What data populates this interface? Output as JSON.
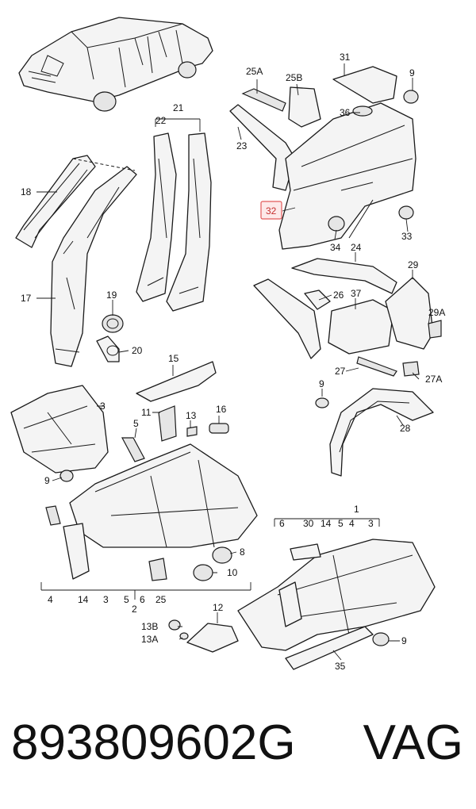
{
  "diagram": {
    "callouts": [
      "31",
      "25A",
      "25B",
      "9",
      "36",
      "23",
      "21",
      "22",
      "18",
      "17",
      "19",
      "20",
      "32",
      "34",
      "33",
      "24",
      "29",
      "26",
      "37",
      "29A",
      "27",
      "27A",
      "9",
      "28",
      "3",
      "15",
      "11",
      "13",
      "16",
      "5",
      "9",
      "8",
      "10",
      "4",
      "14",
      "3",
      "5",
      "6",
      "25",
      "2",
      "13B",
      "13A",
      "12",
      "1",
      "6",
      "30",
      "14",
      "5",
      "4",
      "3",
      "9",
      "35"
    ],
    "highlighted_callout": "32"
  },
  "footer": {
    "part_number": "893809602G",
    "brand": "VAG"
  }
}
